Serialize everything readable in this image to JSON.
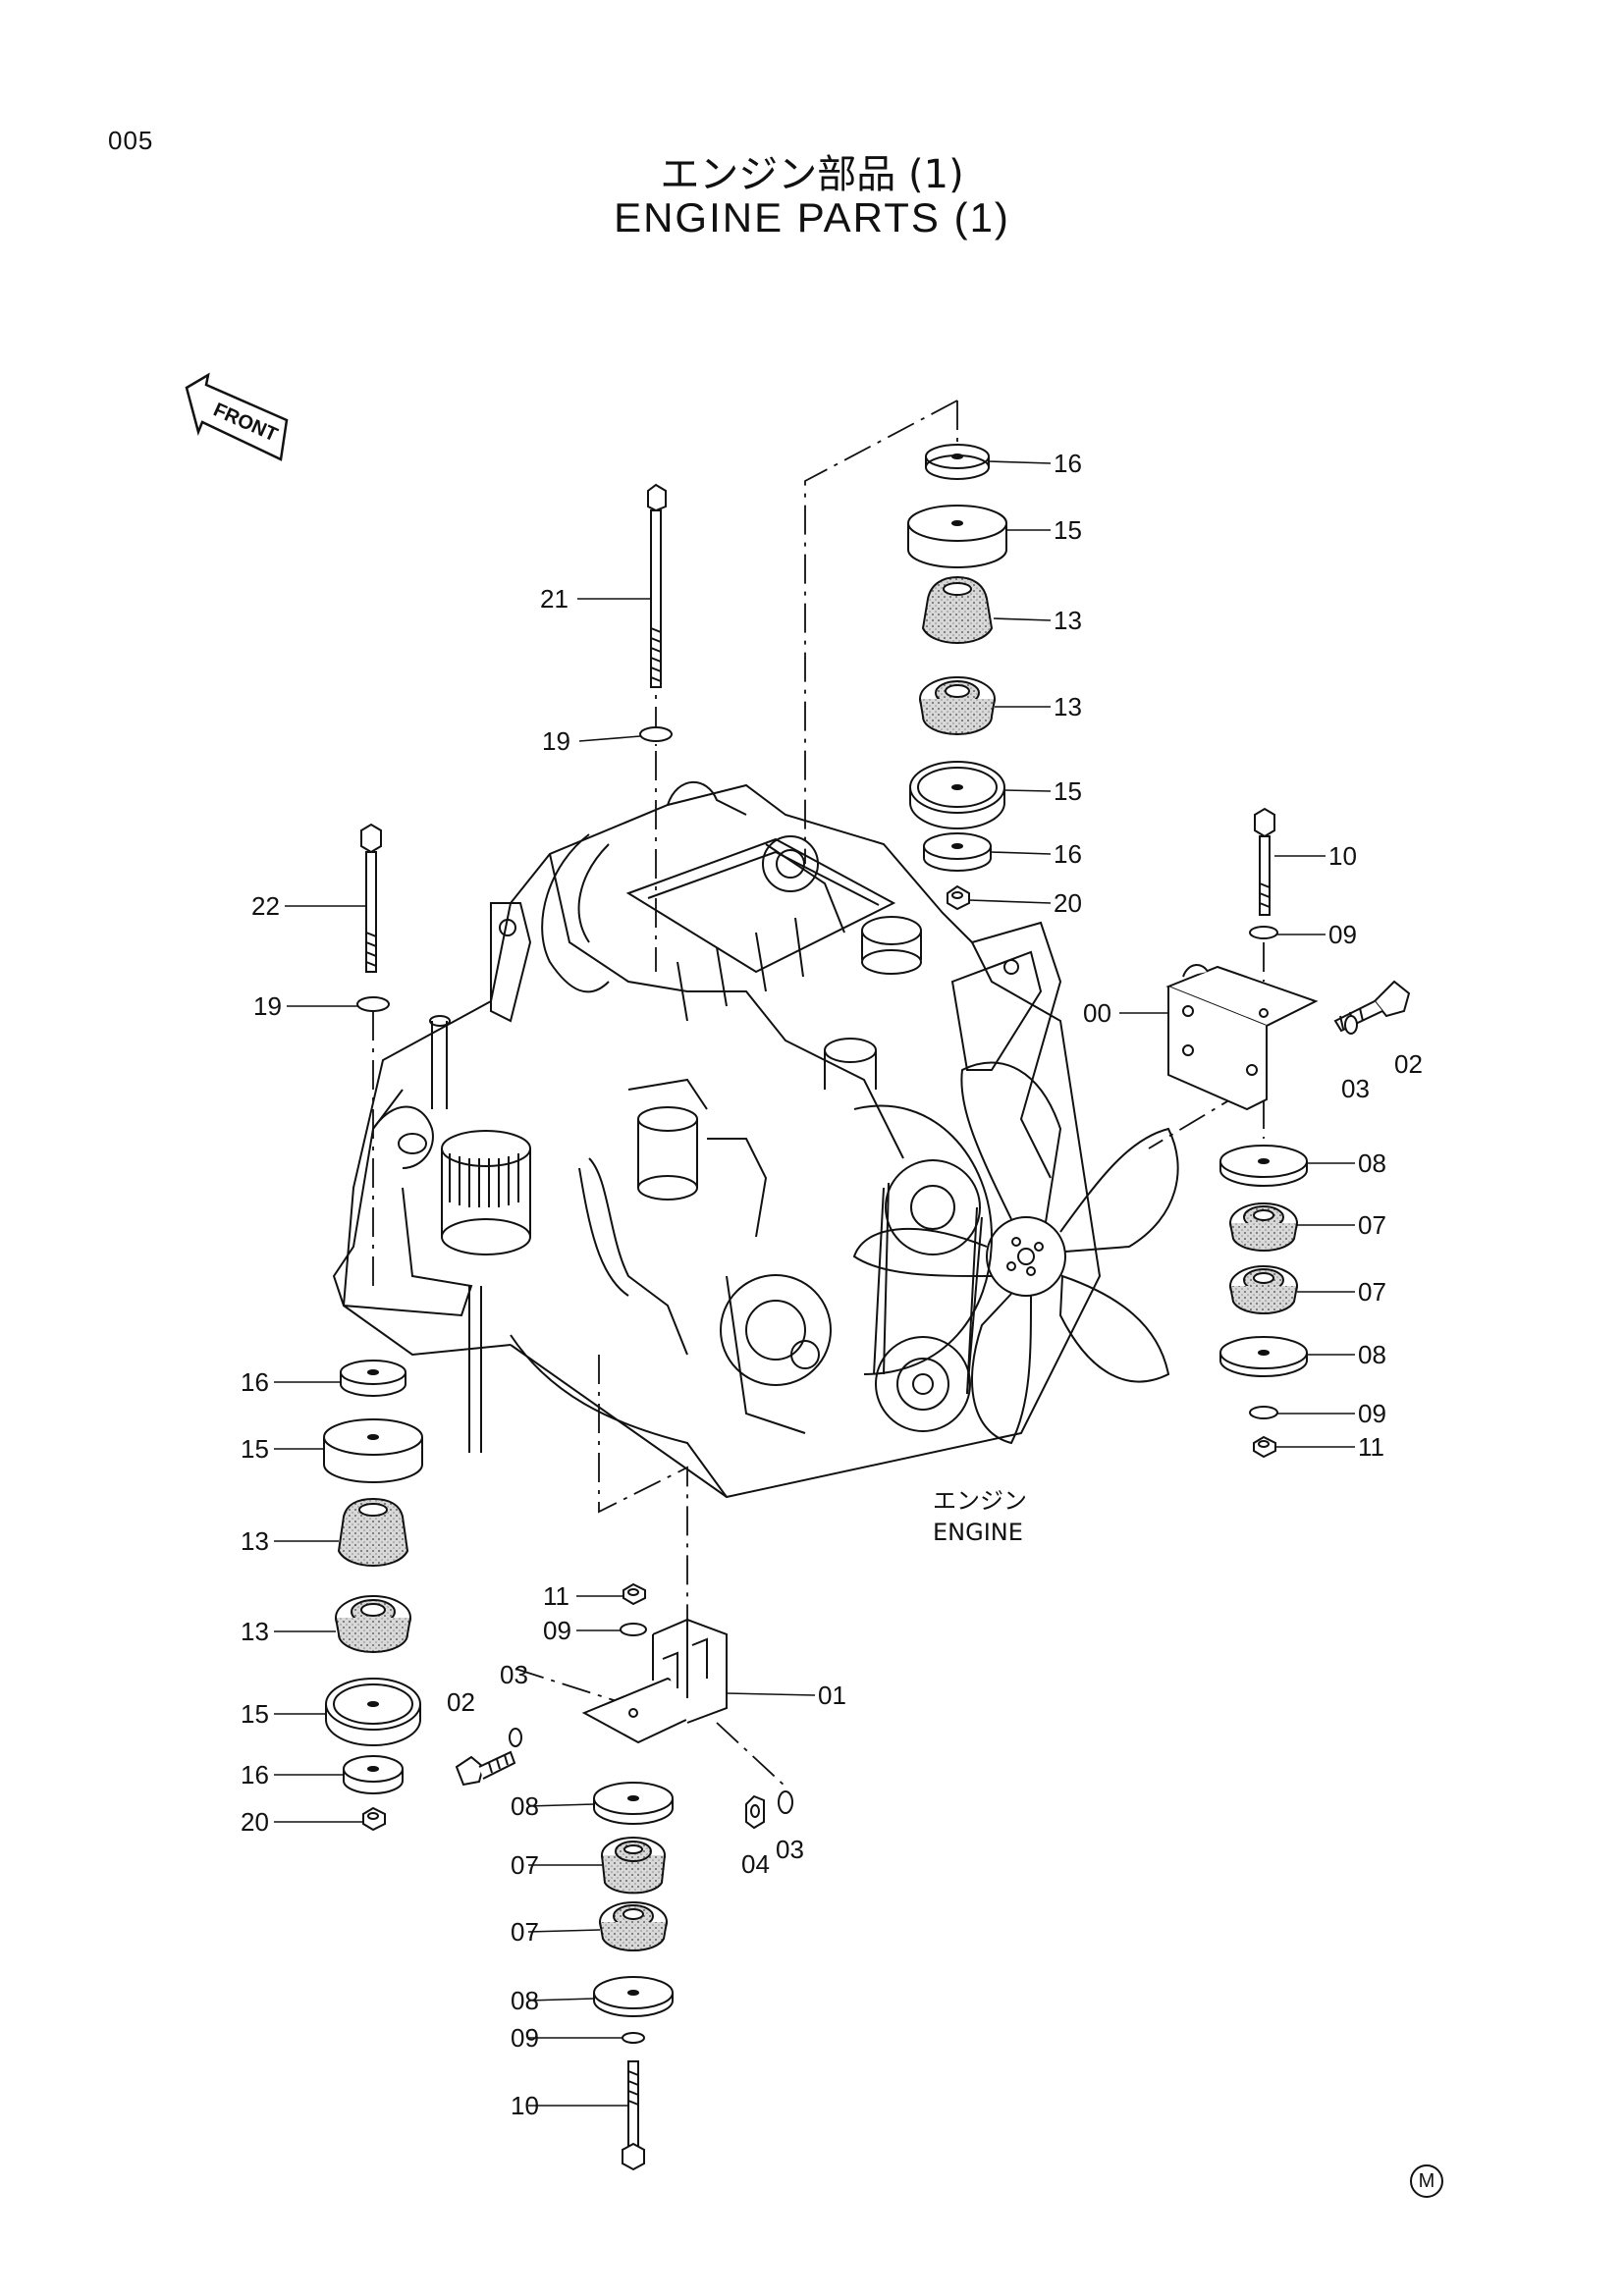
{
  "header": {
    "page_number": "005",
    "title_jp": "エンジン部品 (1)",
    "title_en": "ENGINE PARTS (1)"
  },
  "diagram": {
    "front_arrow_label": "FRONT",
    "engine_label_jp": "エンジン",
    "engine_label_en": "ENGINE",
    "callouts": {
      "c16_top": "16",
      "c15_top": "15",
      "c13a_top": "13",
      "c13b_top": "13",
      "c15b_top": "15",
      "c16b_top": "16",
      "c20_top": "20",
      "c21": "21",
      "c19a": "19",
      "c22": "22",
      "c19b": "19",
      "c10_right": "10",
      "c09_right": "09",
      "c00": "00",
      "c02_right": "02",
      "c03_right": "03",
      "c08a_right": "08",
      "c07a_right": "07",
      "c07b_right": "07",
      "c08b_right": "08",
      "c09b_right": "09",
      "c11_right": "11",
      "c16_left": "16",
      "c15_left": "15",
      "c13a_left": "13",
      "c13b_left": "13",
      "c15b_left": "15",
      "c16b_left": "16",
      "c20_left": "20",
      "c11_center": "11",
      "c09_center": "09",
      "c01": "01",
      "c03_center": "03",
      "c02_center": "02",
      "c08a_center": "08",
      "c07a_center": "07",
      "c07b_center": "07",
      "c08b_center": "08",
      "c09b_center": "09",
      "c10_center": "10",
      "c04": "04",
      "c03b_center": "03"
    }
  },
  "footer": {
    "mark": "M"
  }
}
